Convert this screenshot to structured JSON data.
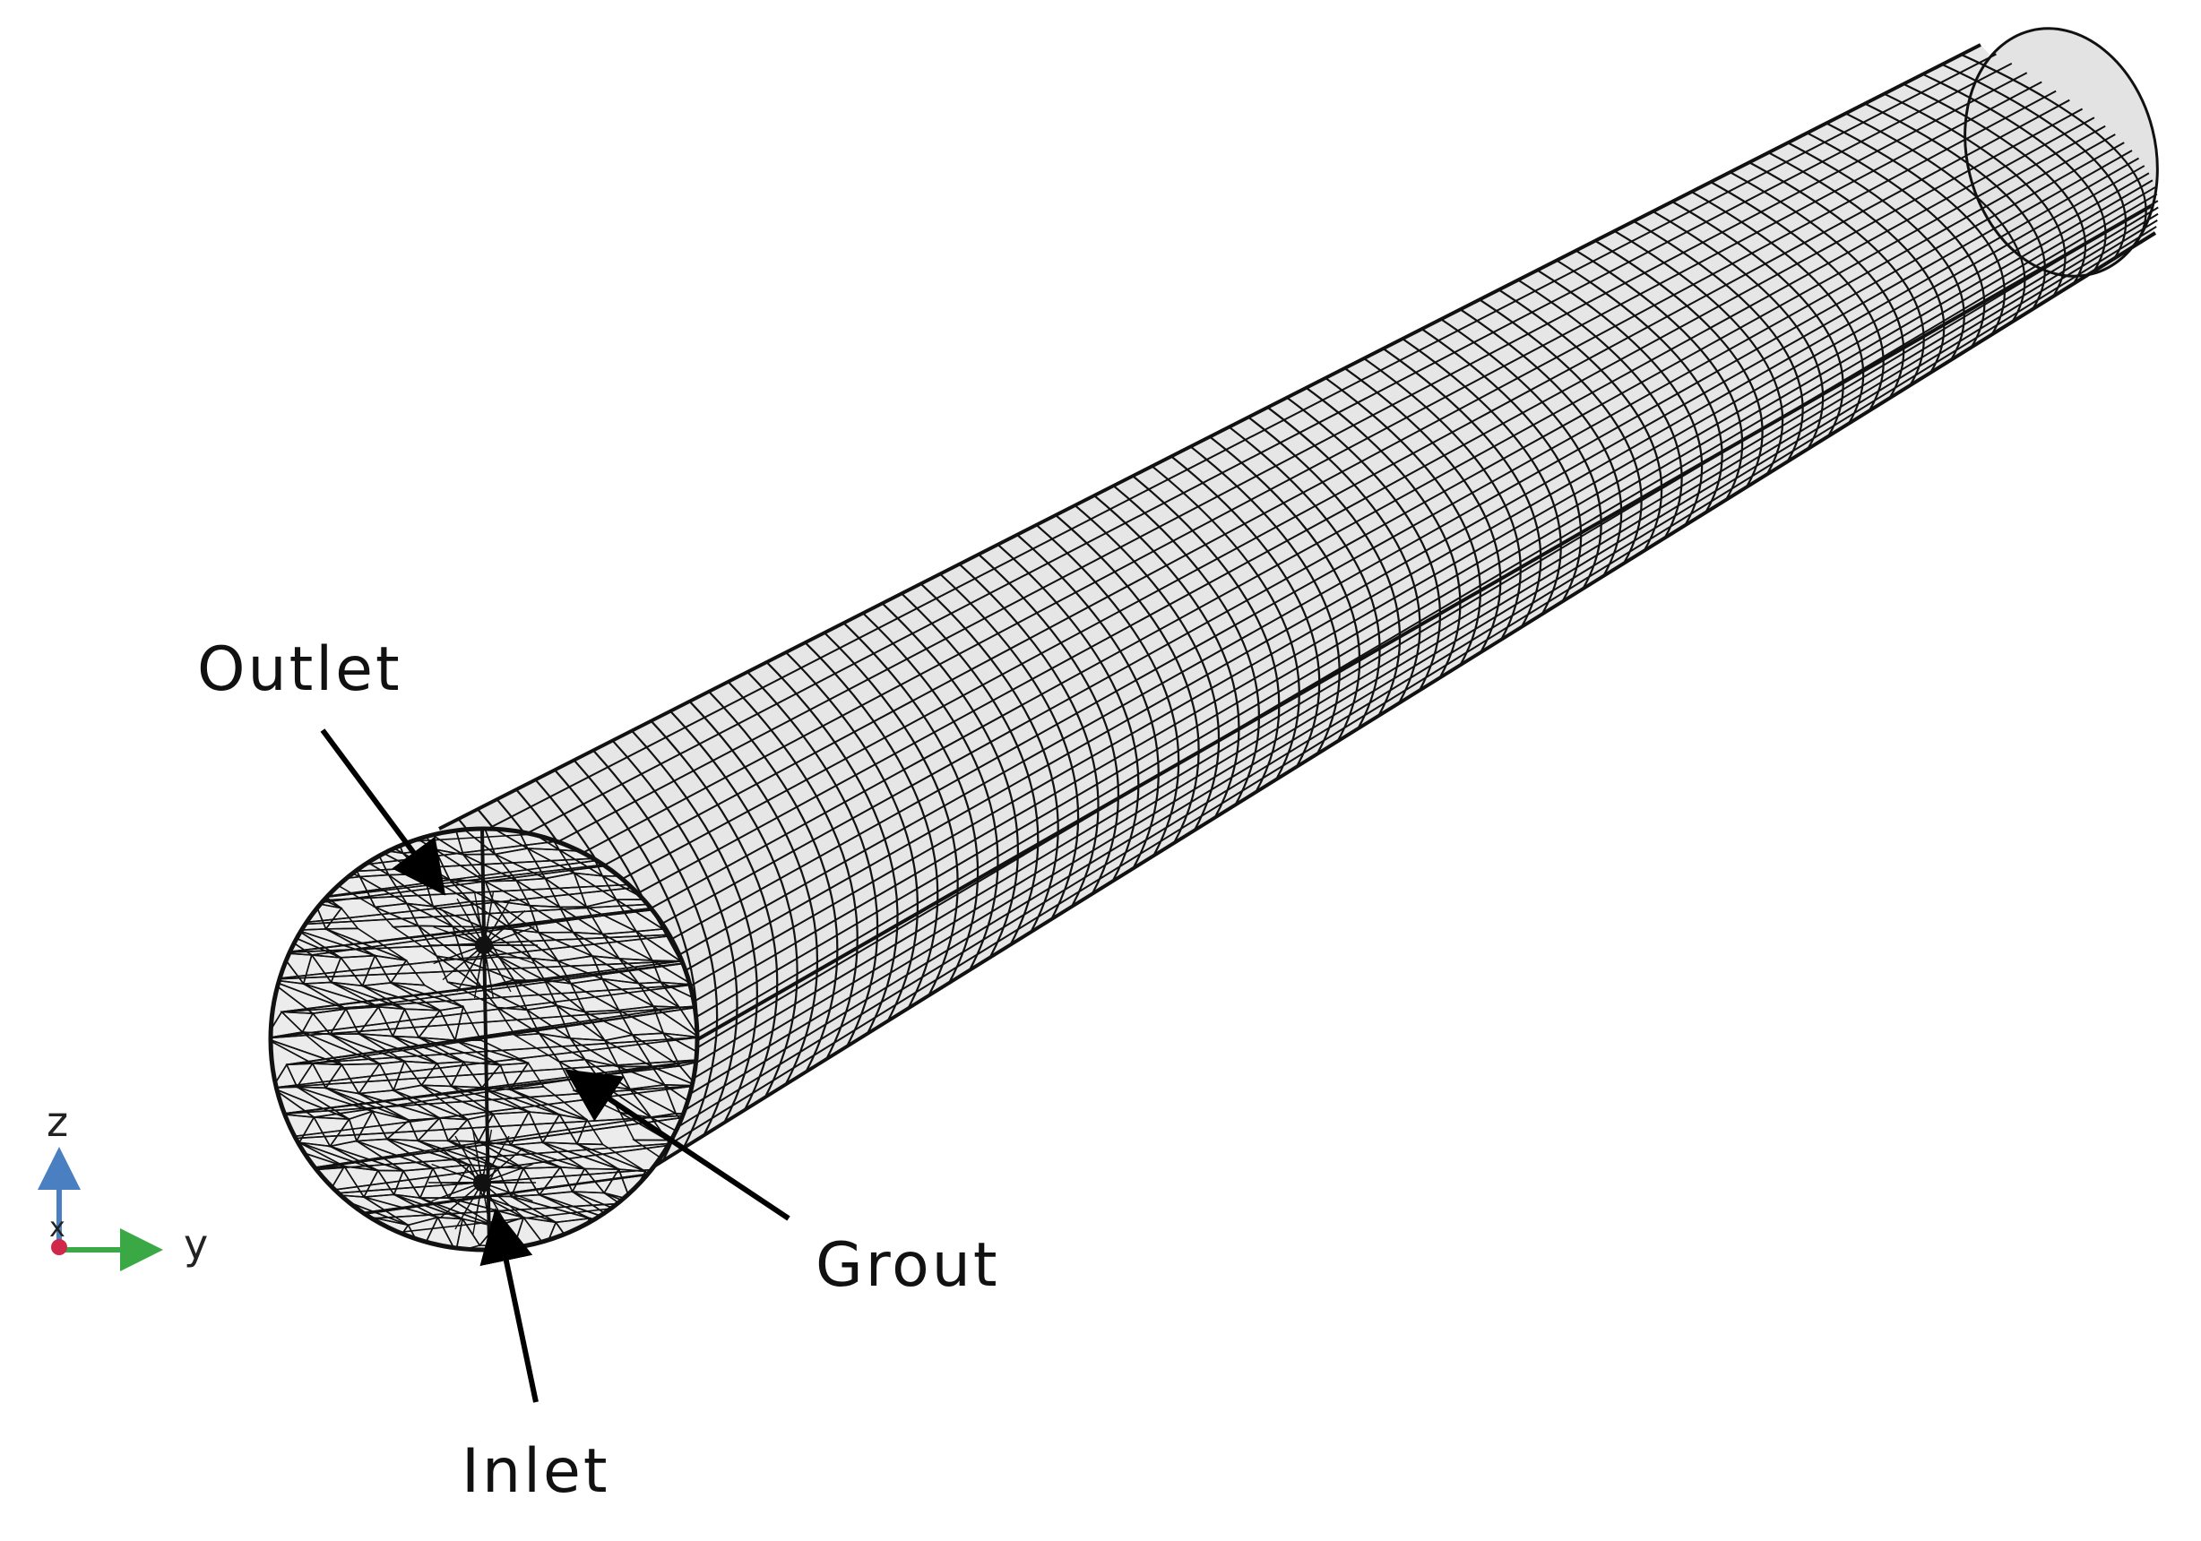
{
  "labels": {
    "outlet": "Outlet",
    "grout": "Grout",
    "inlet": "Inlet"
  },
  "axes": {
    "z": "z",
    "y": "y",
    "x": "x"
  },
  "colors": {
    "mesh_line": "#111111",
    "mesh_fill": "#e6e6e6",
    "end_fill": "#ececec",
    "z_axis": "#4a7fc1",
    "y_axis": "#3aa845",
    "x_axis": "#d0284a",
    "arrow": "#000000"
  },
  "mesh": {
    "surface_element": "quadrilateral",
    "end_face_element": "triangular"
  }
}
